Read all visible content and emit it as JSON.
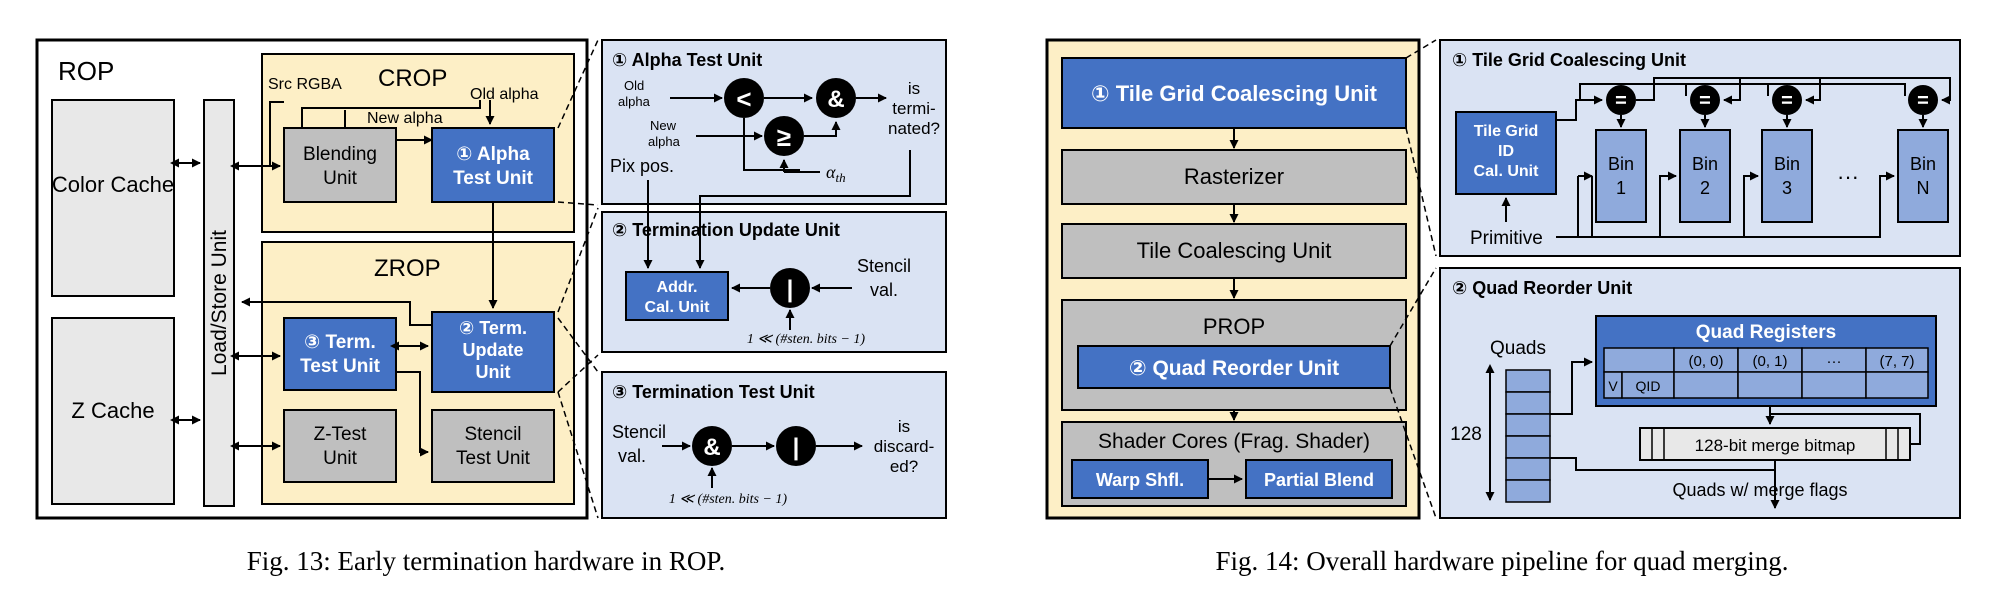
{
  "colors": {
    "blue_unit": "#4472c4",
    "light_blue_unit": "#8faadc",
    "gray_unit": "#bfbfbf",
    "light_gray": "#e8e8e8",
    "yellow_panel": "#fdefc6",
    "blue_panel": "#dae3f3",
    "black": "#000000"
  },
  "fig13": {
    "caption": "Fig. 13: Early termination hardware in ROP.",
    "rop_label": "ROP",
    "color_cache": "Color Cache",
    "z_cache": "Z Cache",
    "load_store_unit": "Load/Store Unit",
    "crop": {
      "title": "CROP",
      "src_rgba": "Src RGBA",
      "old_alpha": "Old alpha",
      "new_alpha": "New alpha",
      "blending_unit": "Blending Unit",
      "alpha_test_unit": "① Alpha Test Unit"
    },
    "zrop": {
      "title": "ZROP",
      "term_test_unit": "③ Term. Test Unit",
      "term_update_unit": "② Term. Update Unit",
      "z_test_unit": "Z-Test Unit",
      "stencil_test_unit": "Stencil Test Unit"
    },
    "alpha_test_detail": {
      "title": "① Alpha Test Unit",
      "old_alpha": "Old alpha",
      "new_alpha": "New alpha",
      "less_op": "<",
      "geq_op": "≥",
      "and_op": "&",
      "alpha_th": "αth",
      "output": "is terminated?",
      "pix_pos": "Pix pos."
    },
    "termination_update_detail": {
      "title": "② Termination Update Unit",
      "addr_unit": "Addr. Cal. Unit",
      "or_op": "|",
      "stencil_val": "Stencil val.",
      "shift_expr": "1 ≪ (#sten. bits − 1)"
    },
    "termination_test_detail": {
      "title": "③ Termination Test Unit",
      "stencil_val": "Stencil val.",
      "and_op": "&",
      "or_op": "|",
      "shift_expr": "1 ≪ (#sten. bits − 1)",
      "output": "is discarded?"
    }
  },
  "fig14": {
    "caption": "Fig. 14: Overall hardware pipeline for quad merging.",
    "pipeline": {
      "tile_grid_unit": "① Tile Grid Coalescing Unit",
      "rasterizer": "Rasterizer",
      "tile_coalescing_unit": "Tile Coalescing Unit",
      "prop": "PROP",
      "quad_reorder_unit": "② Quad Reorder Unit",
      "shader_cores": "Shader Cores (Frag. Shader)",
      "warp_shfl": "Warp Shfl.",
      "partial_blend": "Partial Blend"
    },
    "tile_grid_detail": {
      "title": "① Tile Grid Coalescing Unit",
      "id_unit": "Tile Grid ID Cal. Unit",
      "primitive": "Primitive",
      "eq_op": "=",
      "bins": [
        "Bin 1",
        "Bin 2",
        "Bin 3",
        "Bin N"
      ],
      "ellipsis": "···"
    },
    "quad_reorder_detail": {
      "title": "② Quad Reorder Unit",
      "quads": "Quads",
      "depth": "128",
      "quad_registers": "Quad Registers",
      "reg_cols": [
        "(0, 0)",
        "(0, 1)",
        "···",
        "(7, 7)"
      ],
      "v_label": "V",
      "qid_label": "QID",
      "merge_bitmap": "128-bit merge bitmap",
      "output": "Quads w/ merge flags"
    }
  }
}
